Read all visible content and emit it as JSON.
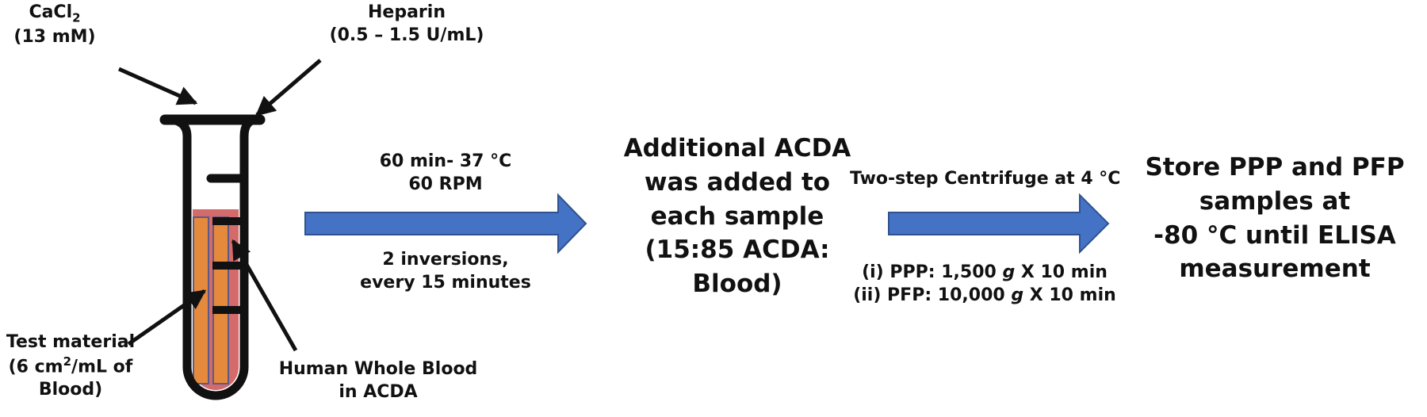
{
  "reagents": {
    "calcium_name": "CaCl",
    "calcium_subscript": "2",
    "calcium_conc": "(13 mM)",
    "heparin_name": "Heparin",
    "heparin_conc": "(0.5 – 1.5 U/mL)"
  },
  "tube_labels": {
    "test_material_line1": "Test material",
    "test_material_line2_pre": "(6 cm",
    "test_material_sup": "2",
    "test_material_line2_post": "/mL of",
    "test_material_line3": "Blood)",
    "blood_line1": "Human Whole Blood",
    "blood_line2": "in ACDA"
  },
  "step1": {
    "line1": "60 min- 37 °C",
    "line2": "60 RPM",
    "line3": "2 inversions,",
    "line4": "every 15 minutes"
  },
  "step2": {
    "line1": "Additional ACDA",
    "line2": "was added to",
    "line3": "each sample",
    "line4": "(15:85 ACDA:",
    "line5": "Blood)"
  },
  "step3": {
    "title": "Two-step Centrifuge at 4 °C",
    "ppp_pre": "(i) PPP: 1,500 ",
    "ppp_unit": "g",
    "ppp_post": " X 10 min",
    "pfp_pre": "(ii) PFP: 10,000 ",
    "pfp_unit": "g",
    "pfp_post": " X 10 min"
  },
  "step4": {
    "line1": "Store PPP and PFP",
    "line2": "samples at",
    "line3": "-80 °C until ELISA",
    "line4": "measurement"
  },
  "colors": {
    "arrow_fill": "#4472c4",
    "arrow_stroke": "#2f528f",
    "blood": "#d46a6a",
    "material": "#e58a3c",
    "outline": "#111111"
  }
}
